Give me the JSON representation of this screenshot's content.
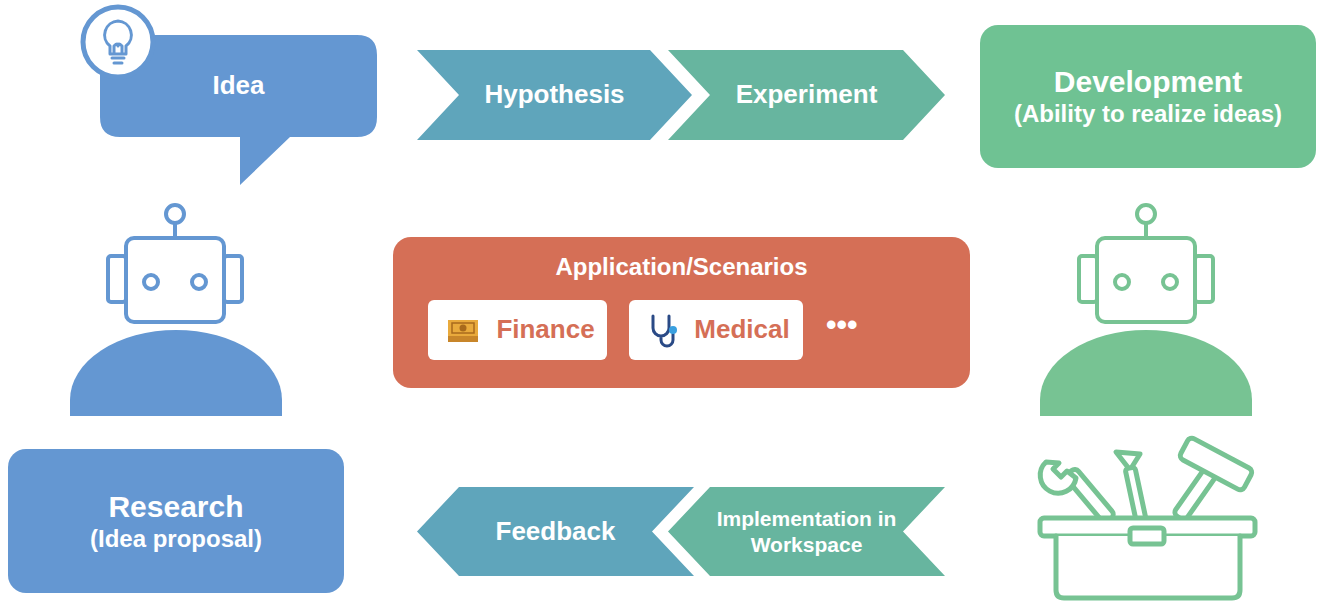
{
  "diagram": {
    "nodes": [
      {
        "text": [
          "Idea"
        ]
      },
      {
        "text": [
          "Hypothesis"
        ]
      },
      {
        "text": [
          "Experiment"
        ]
      },
      {
        "text": [
          "Development",
          "(Ability to realize ideas)"
        ]
      },
      {
        "text": [
          "Application/Scenarios"
        ]
      },
      {
        "text": [
          "Finance"
        ],
        "in": 4
      },
      {
        "text": [
          "Medical"
        ],
        "in": 4
      },
      {
        "text": [
          "Research",
          "(Idea proposal)"
        ]
      },
      {
        "text": [
          "Feedback"
        ]
      },
      {
        "text": [
          "Implementation in Workspace"
        ]
      }
    ],
    "labels": [
      "•••"
    ]
  }
}
